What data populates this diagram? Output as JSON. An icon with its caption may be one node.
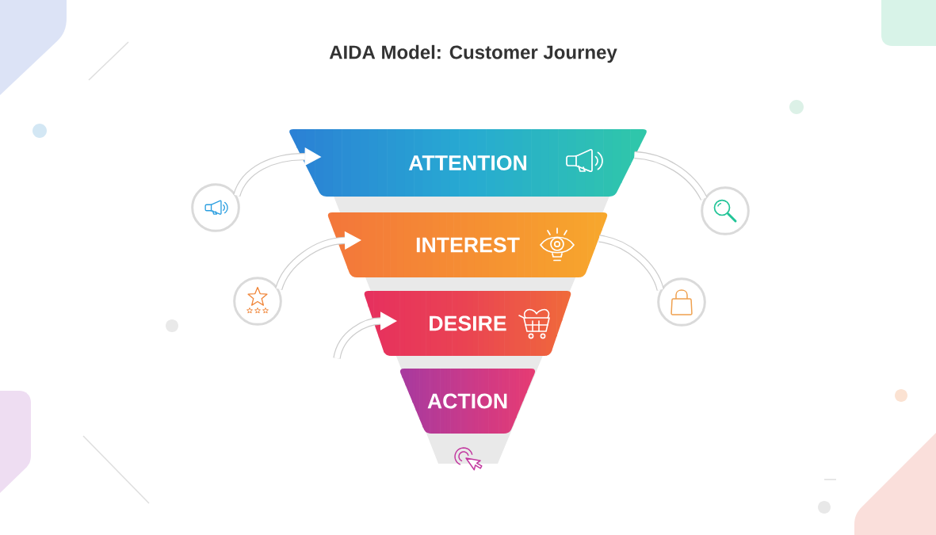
{
  "diagram": {
    "title": "AIDA Model: Customer Journey",
    "nodes": [
      {
        "text": [
          "ATTENTION"
        ]
      },
      {
        "text": [
          "INTEREST"
        ]
      },
      {
        "text": [
          "DESIRE"
        ]
      },
      {
        "text": [
          "ACTION"
        ]
      },
      {
        "text": [],
        "shape": "circle"
      },
      {
        "text": [],
        "shape": "circle"
      },
      {
        "text": [],
        "shape": "circle"
      },
      {
        "text": [],
        "shape": "circle"
      }
    ],
    "edges": [
      {
        "from": 4,
        "to": 0,
        "arrow": "to"
      },
      {
        "from": 5,
        "to": 1,
        "arrow": "to"
      },
      {
        "from": null,
        "to": 2,
        "arrow": "to"
      },
      {
        "from": 0,
        "to": 6,
        "arrow": "none"
      },
      {
        "from": 1,
        "to": 7,
        "arrow": "none"
      }
    ]
  }
}
